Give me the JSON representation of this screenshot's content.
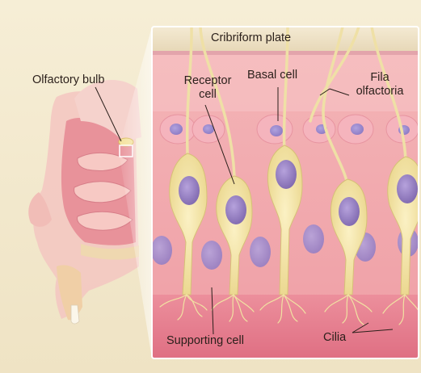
{
  "labels": {
    "olfactory_bulb": "Olfactory bulb",
    "cribriform_plate": "Cribriform plate",
    "receptor_cell_line1": "Receptor",
    "receptor_cell_line2": "cell",
    "basal_cell": "Basal cell",
    "fila_line1": "Fila",
    "fila_line2": "olfactoria",
    "supporting_cell": "Supporting cell",
    "cilia": "Cilia"
  },
  "colors": {
    "background": "#f3e9cf",
    "epithelium": "#f2aeb1",
    "receptor_cell": "#f4e6a6",
    "nucleus": "#9a84c4",
    "bone": "#efe4c9",
    "mucosa": "#df6f83"
  }
}
